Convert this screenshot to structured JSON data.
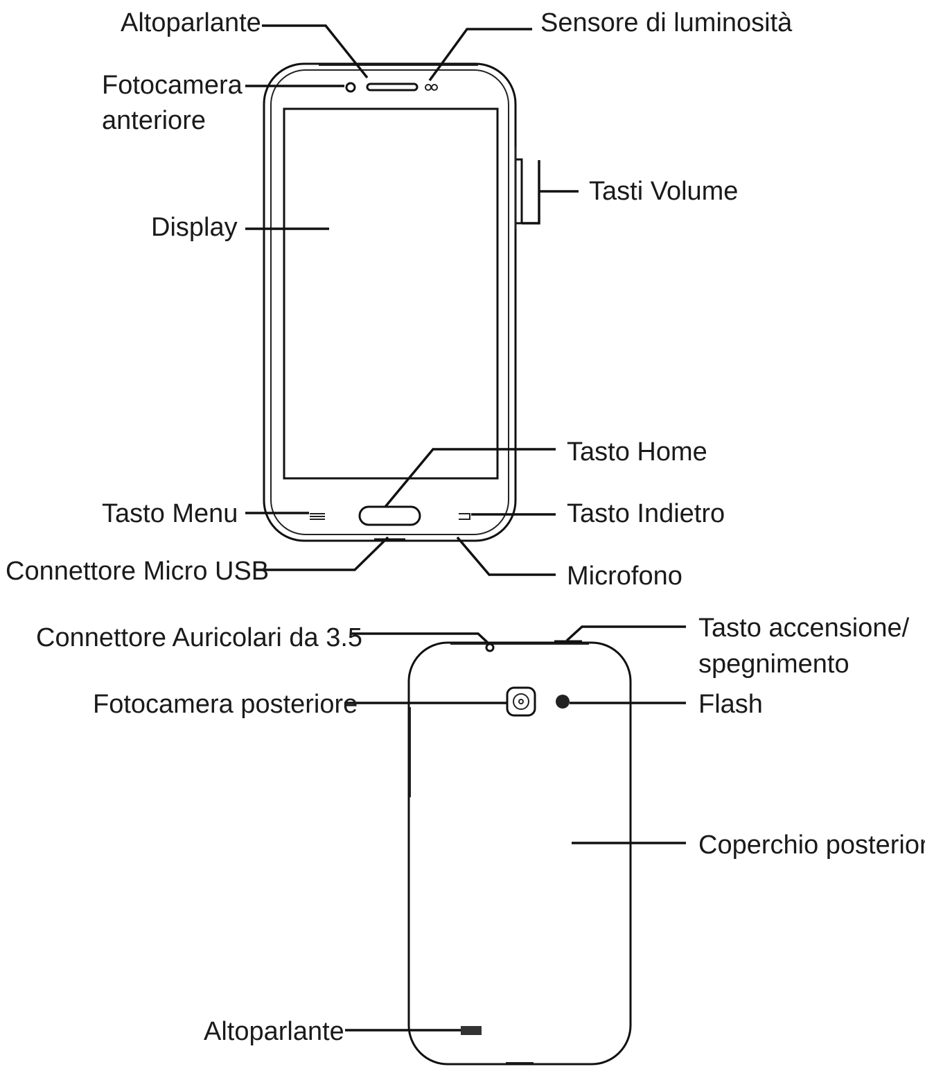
{
  "front_labels": {
    "speaker": "Altoparlante",
    "light_sensor": "Sensore di luminosità",
    "front_camera_line1": "Fotocamera",
    "front_camera_line2": "anteriore",
    "volume_keys": "Tasti Volume",
    "display": "Display",
    "home_key": "Tasto Home",
    "menu_key": "Tasto Menu",
    "back_key": "Tasto Indietro",
    "micro_usb": "Connettore Micro USB",
    "microphone": "Microfono"
  },
  "back_labels": {
    "headset_jack": "Connettore Auricolari da 3.5",
    "power_key_line1": "Tasto accensione/",
    "power_key_line2": "spegnimento",
    "rear_camera": "Fotocamera posteriore",
    "flash": "Flash",
    "back_cover": "Coperchio posteriore",
    "speaker": "Altoparlante"
  }
}
